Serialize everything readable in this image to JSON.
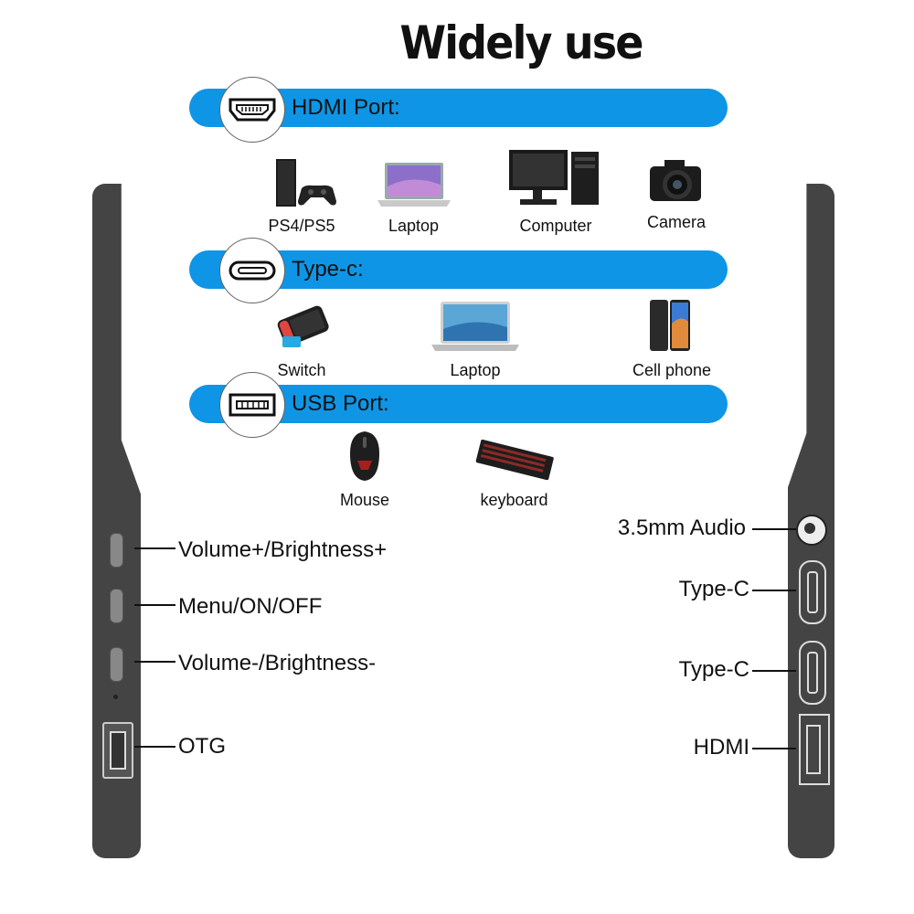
{
  "title": "Widely use",
  "sections": [
    {
      "label": "HDMI Port:",
      "icon": "hdmi-port-icon",
      "devices": [
        {
          "label": "PS4/PS5",
          "icon": "game-console-icon"
        },
        {
          "label": "Laptop",
          "icon": "laptop-icon"
        },
        {
          "label": "Computer",
          "icon": "desktop-computer-icon"
        },
        {
          "label": "Camera",
          "icon": "camera-icon"
        }
      ]
    },
    {
      "label": "Type-c:",
      "icon": "type-c-port-icon",
      "devices": [
        {
          "label": "Switch",
          "icon": "handheld-console-icon"
        },
        {
          "label": "Laptop",
          "icon": "laptop-icon"
        },
        {
          "label": "Cell phone",
          "icon": "phone-icon"
        }
      ]
    },
    {
      "label": "USB Port:",
      "icon": "usb-port-icon",
      "devices": [
        {
          "label": "Mouse",
          "icon": "mouse-icon"
        },
        {
          "label": "keyboard",
          "icon": "keyboard-icon"
        }
      ]
    }
  ],
  "left_side": {
    "buttons": [
      "Volume+/Brightness+",
      "Menu/ON/OFF",
      "Volume-/Brightness-"
    ],
    "otg": "OTG"
  },
  "right_side": {
    "ports": [
      "3.5mm Audio",
      "Type-C",
      "Type-C",
      "HDMI"
    ]
  },
  "colors": {
    "band": "#0f95e5",
    "bezel": "#444444"
  }
}
